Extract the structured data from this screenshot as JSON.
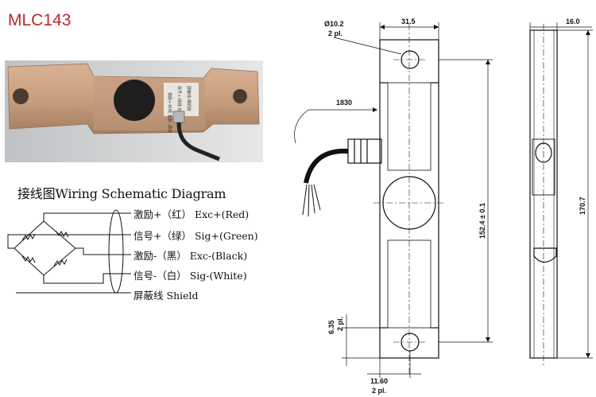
{
  "model": "MLC143",
  "photo": {
    "label_lines": [
      "激励+:红线  激励-:黑线",
      "信号+:绿线  信号-:白线",
      "屏蔽线:裸铜线"
    ]
  },
  "wiring": {
    "title": "接线图Wiring Schematic Diagram",
    "lines": [
      {
        "cn": "激励+（红）",
        "en": "Exc+(Red)"
      },
      {
        "cn": "信号+（绿）",
        "en": "Sig+(Green)"
      },
      {
        "cn": "激励-（黑）",
        "en": "Exc-(Black)"
      },
      {
        "cn": "信号-（白）",
        "en": "Sig-(White)"
      },
      {
        "cn": "屏蔽线",
        "en": "Shield"
      }
    ]
  },
  "dimensions": {
    "hole_dia": "Ø10.2",
    "hole_count": "2 pl.",
    "width": "31.5",
    "cable_length": "1830",
    "hole_spacing": "152.4 ± 0.1",
    "total_length": "170.7",
    "thickness": "16.0",
    "edge_offset": "6.35",
    "edge_offset_count": "2 pl.",
    "hole_offset": "11.60",
    "hole_offset_count": "2 pl."
  }
}
